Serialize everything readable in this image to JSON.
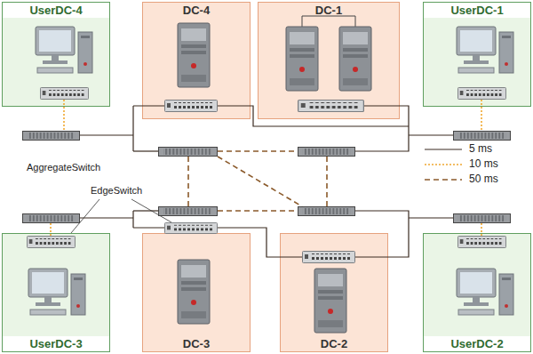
{
  "diagram": {
    "nodes": [
      {
        "text": [
          "UserDC-4"
        ]
      },
      {
        "text": [
          "DC-4"
        ]
      },
      {
        "text": [
          "DC-1"
        ]
      },
      {
        "text": [
          "UserDC-1"
        ]
      },
      {
        "text": [
          "UserDC-3"
        ]
      },
      {
        "text": [
          "DC-3"
        ]
      },
      {
        "text": [
          "DC-2"
        ]
      },
      {
        "text": [
          "UserDC-2"
        ]
      }
    ],
    "labels": [
      "AggregateSwitch",
      "EdgeSwitch"
    ],
    "legend": [
      {
        "text": "5 ms"
      },
      {
        "text": "10 ms"
      },
      {
        "text": "50 ms"
      }
    ]
  }
}
